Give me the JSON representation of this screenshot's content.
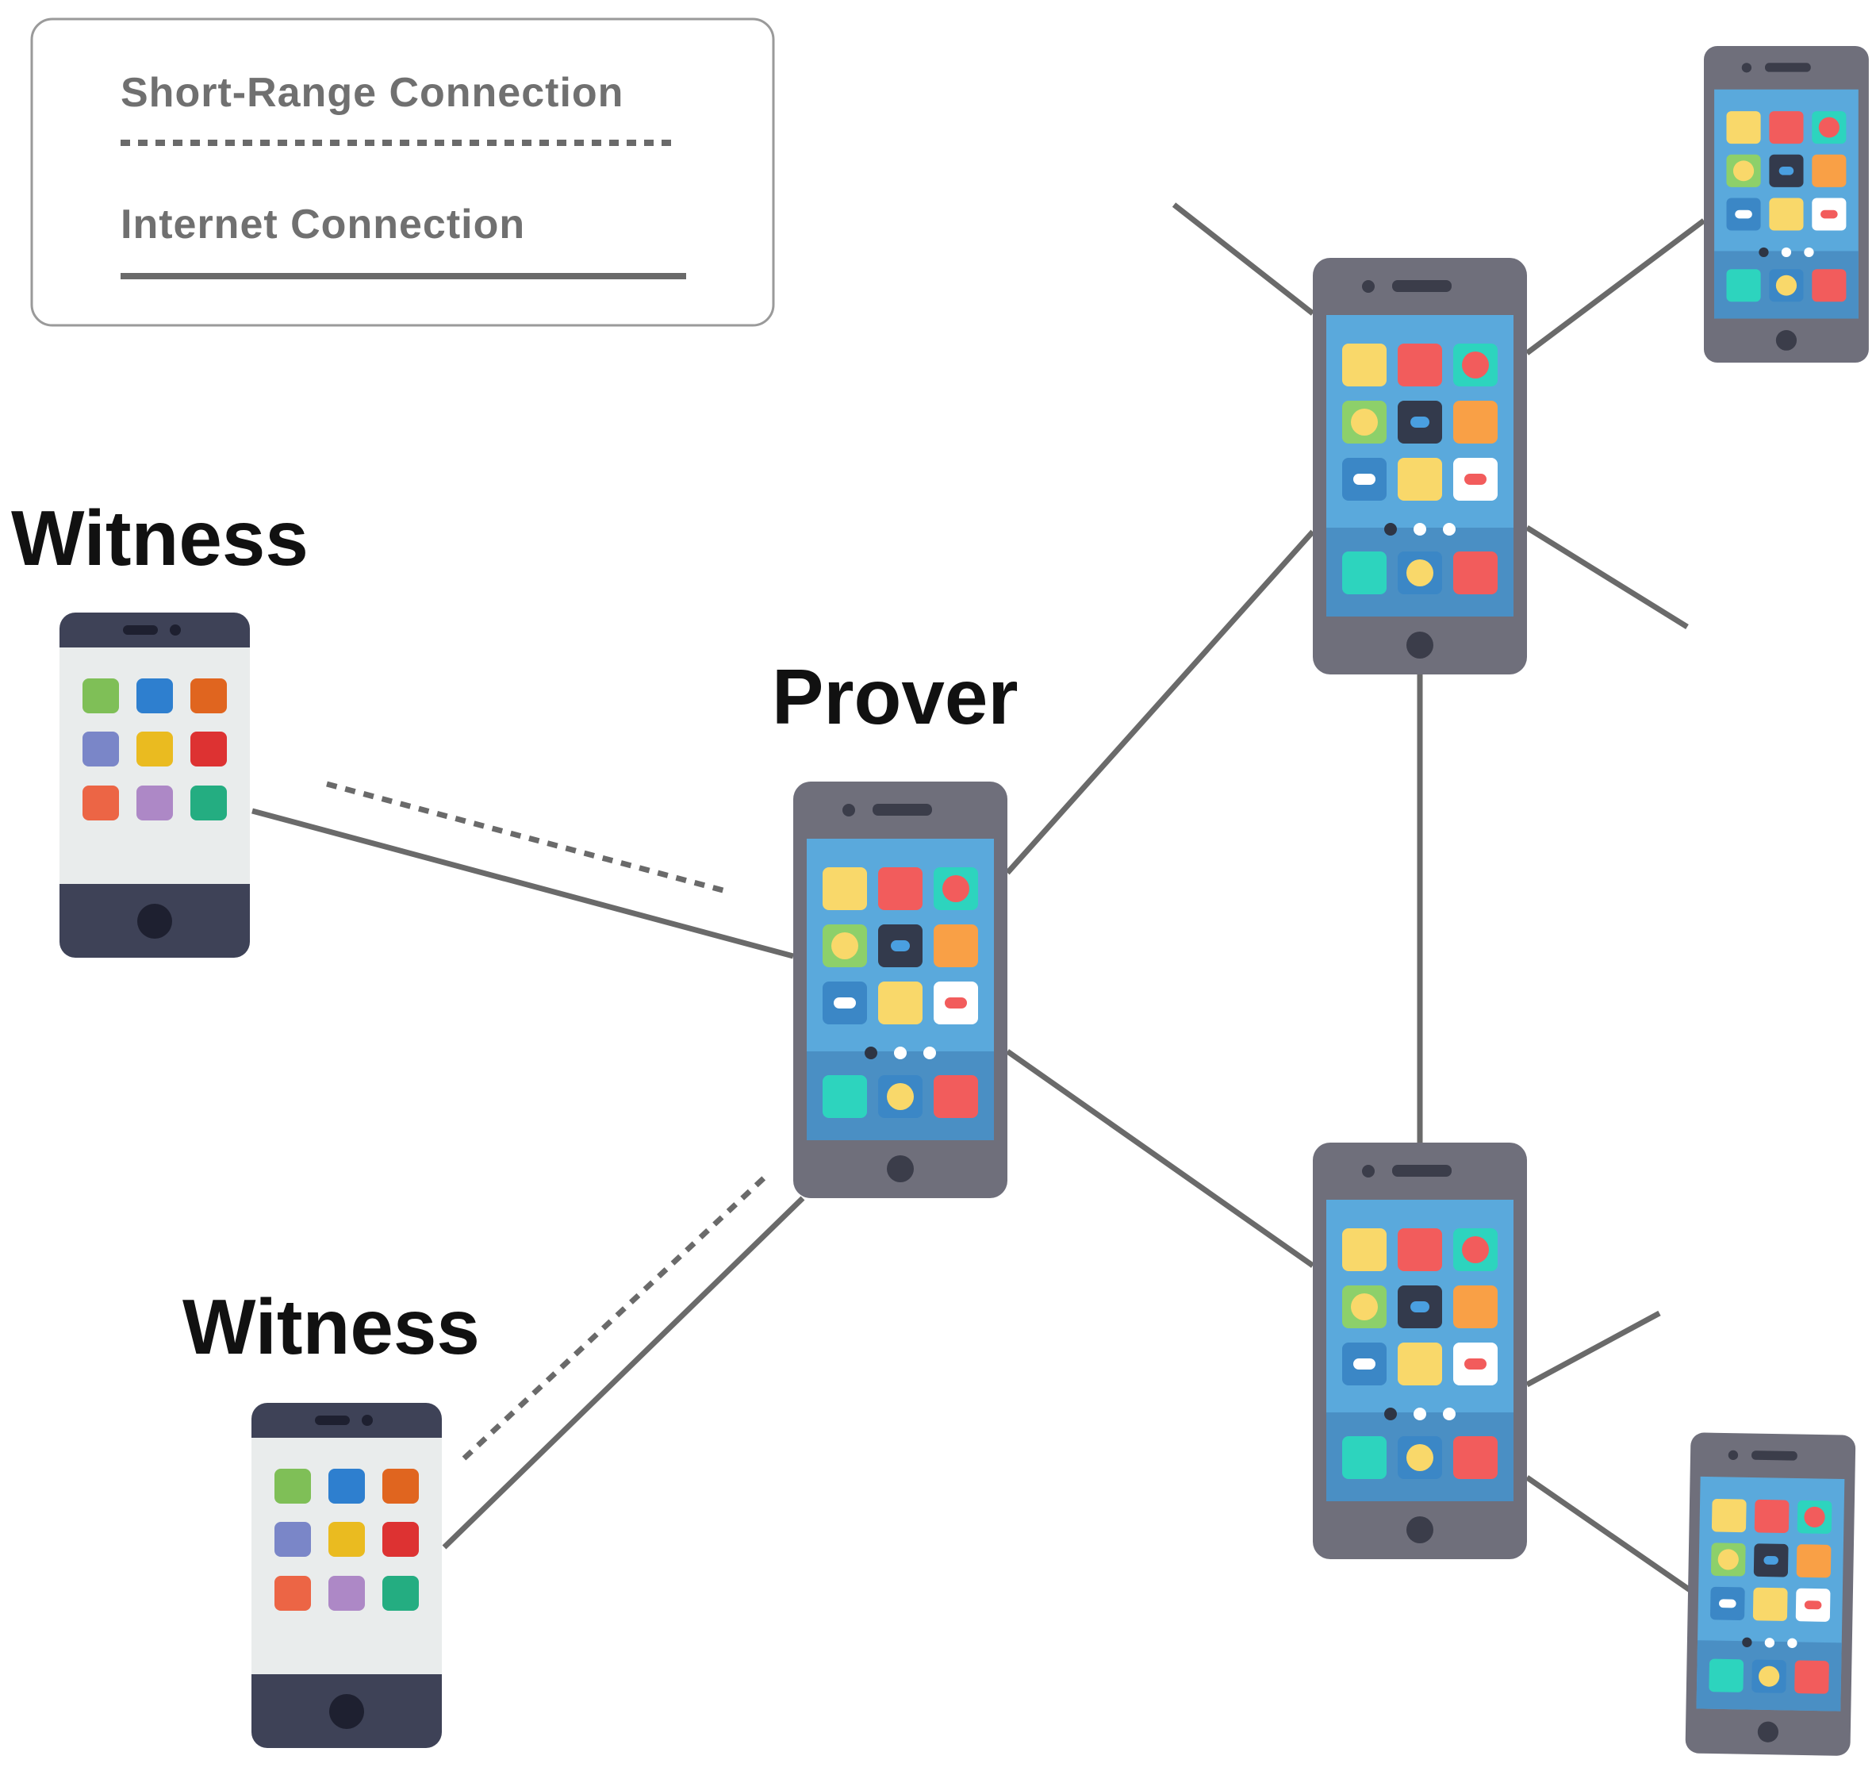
{
  "legend": {
    "short_range_label": "Short-Range Connection",
    "internet_label": "Internet Connection"
  },
  "labels": {
    "witness_top": "Witness",
    "prover": "Prover",
    "witness_bottom": "Witness"
  },
  "colors": {
    "line": "#6a6a6a",
    "phone_body": "#6f6f7b",
    "phone_screen": "#5aa9dc",
    "witness_body": "#3e4257",
    "witness_screen": "#e9ecec"
  },
  "icons": {
    "smartphone": "smartphone-icon",
    "witness_phone": "witness-phone-icon"
  }
}
